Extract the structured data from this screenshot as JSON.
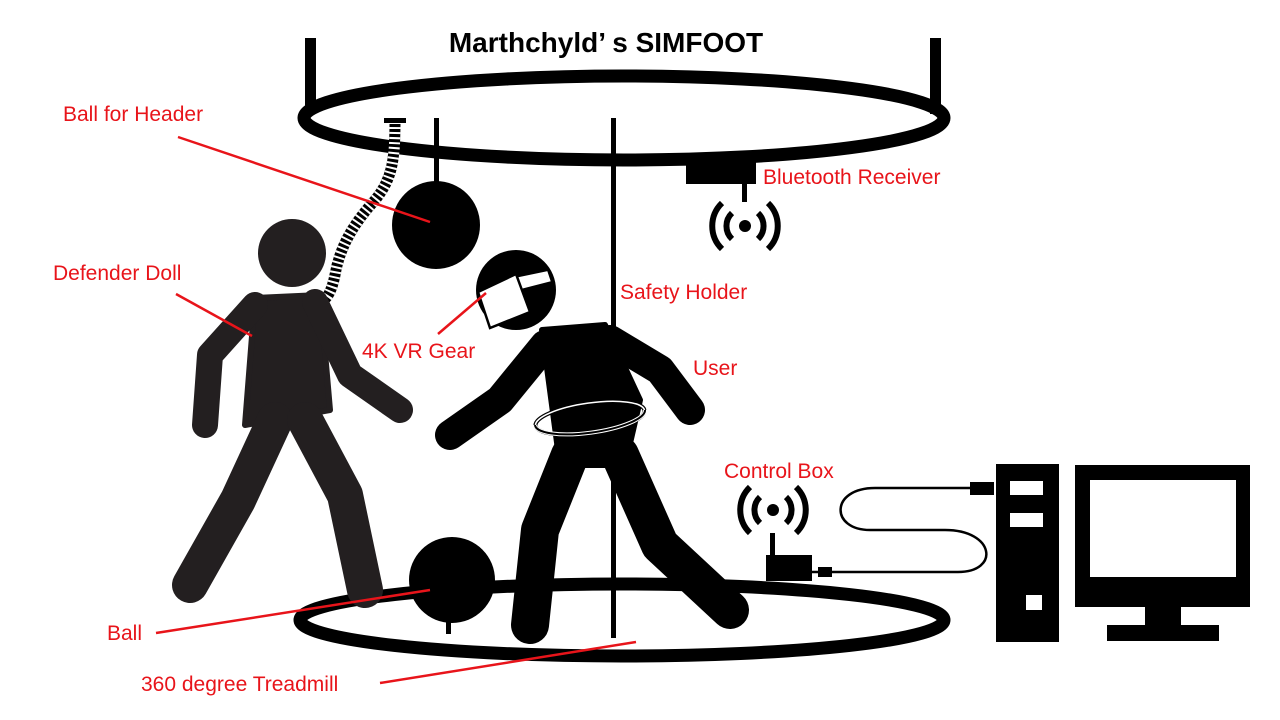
{
  "title": "Marthchyld’ s SIMFOOT",
  "labels": {
    "ball_for_header": "Ball for Header",
    "bluetooth_receiver": "Bluetooth Receiver",
    "defender_doll": "Defender Doll",
    "safety_holder": "Safety Holder",
    "vr_gear": "4K VR Gear",
    "user": "User",
    "control_box": "Control Box",
    "ball": "Ball",
    "treadmill": "360 degree Treadmill"
  },
  "colors": {
    "label_text": "#e8141a",
    "leader_line": "#e8141a",
    "ink": "#000000",
    "figure": "#231f20",
    "background": "#ffffff"
  },
  "icons": {
    "receiver_signal": "wireless-signal-icon",
    "control_box_signal": "wireless-signal-icon",
    "computer": "desktop-computer-icon"
  }
}
